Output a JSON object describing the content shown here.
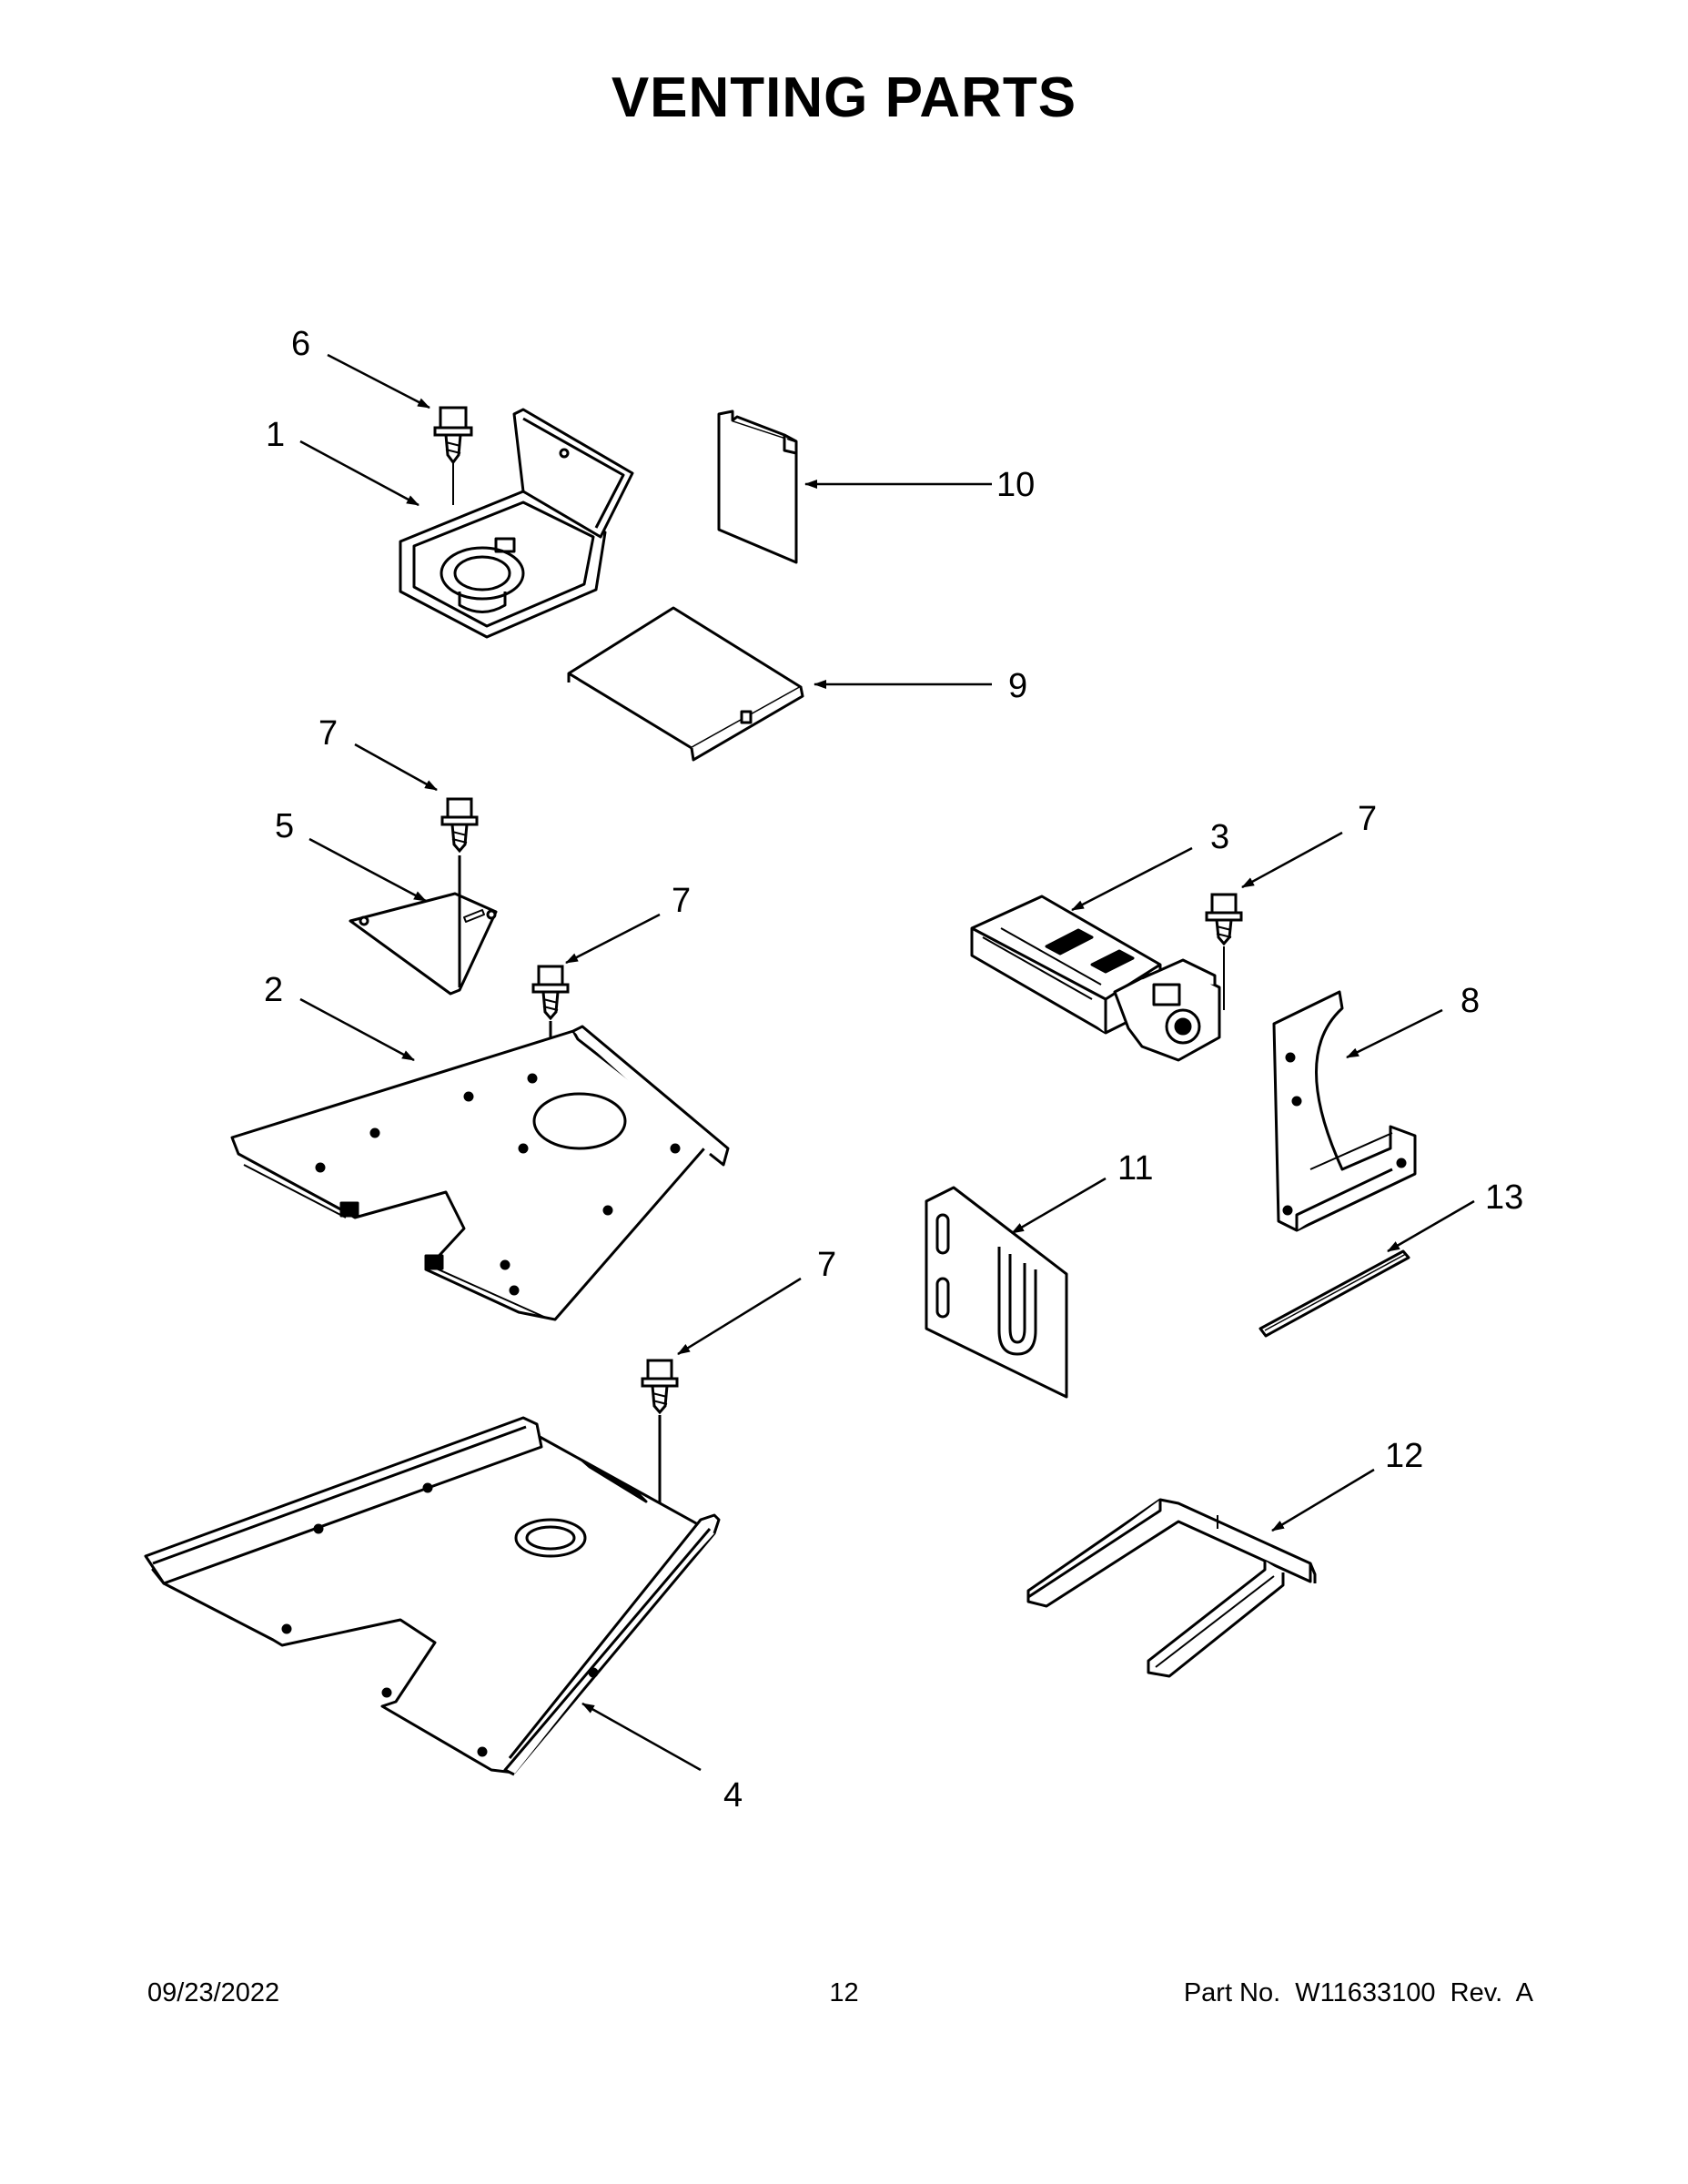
{
  "title": "VENTING PARTS",
  "callouts": {
    "c1": "1",
    "c2": "2",
    "c3": "3",
    "c4": "4",
    "c5": "5",
    "c6": "6",
    "c7a": "7",
    "c7b": "7",
    "c7c": "7",
    "c7d": "7",
    "c8": "8",
    "c9": "9",
    "c10": "10",
    "c11": "11",
    "c12": "12",
    "c13": "13"
  },
  "footer": {
    "date": "09/23/2022",
    "page": "12",
    "part_number": "Part No.  W11633100  Rev.  A"
  }
}
